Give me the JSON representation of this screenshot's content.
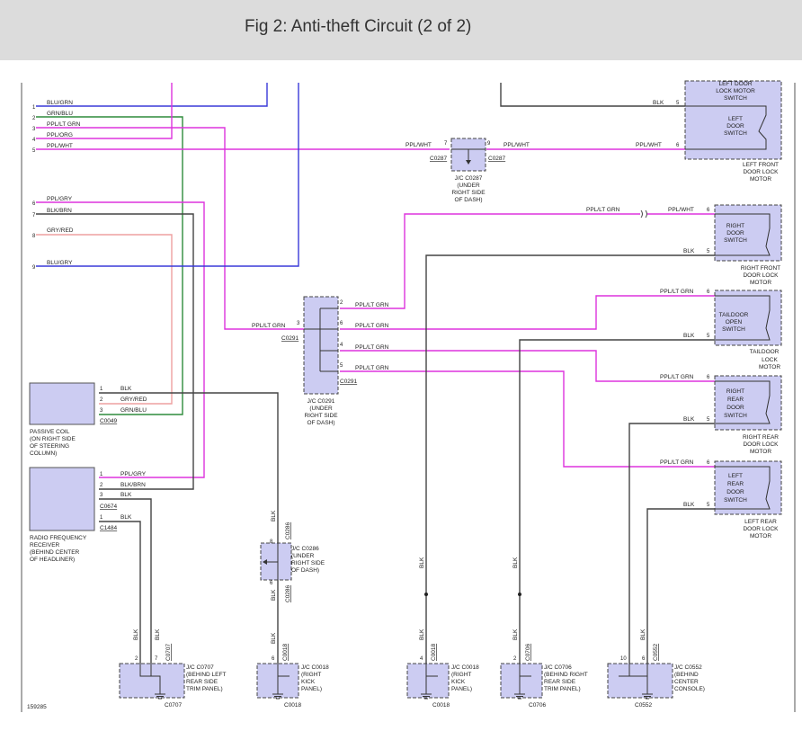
{
  "header": {
    "title": "Fig 2: Anti-theft Circuit (2 of 2)"
  },
  "colors": {
    "wire_blue": "#3a3ad8",
    "wire_magenta": "#dd33dd",
    "wire_green": "#2e8b3c",
    "wire_pink": "#eea0a0",
    "wire_dark": "#444444",
    "component_fill": "#ccccf2"
  },
  "left_bus": {
    "top": [
      {
        "pin": "1",
        "label": "BLU/GRN"
      },
      {
        "pin": "2",
        "label": "GRN/BLU"
      },
      {
        "pin": "3",
        "label": "PPL/LT GRN"
      },
      {
        "pin": "4",
        "label": "PPL/ORG"
      },
      {
        "pin": "5",
        "label": "PPL/WHT"
      }
    ],
    "bottom": [
      {
        "pin": "6",
        "label": "PPL/GRY"
      },
      {
        "pin": "7",
        "label": "BLK/BRN"
      },
      {
        "pin": "8",
        "label": "GRY/RED"
      },
      {
        "pin": "9",
        "label": "BLU/GRY"
      }
    ]
  },
  "passive_coil": {
    "pins": [
      {
        "pin": "1",
        "label": "BLK"
      },
      {
        "pin": "2",
        "label": "GRY/RED"
      },
      {
        "pin": "3",
        "label": "GRN/BLU"
      }
    ],
    "connector": "C0049",
    "desc": [
      "PASSIVE COIL",
      "(ON RIGHT SIDE",
      "OF STEERING",
      "COLUMN)"
    ]
  },
  "rf_receiver": {
    "pins": [
      {
        "pin": "1",
        "label": "PPL/GRY"
      },
      {
        "pin": "2",
        "label": "BLK/BRN"
      },
      {
        "pin": "3",
        "label": "BLK"
      },
      {
        "pin": "1",
        "label": "BLK"
      }
    ],
    "connector_a": "C0674",
    "connector_b": "C1484",
    "desc": [
      "RADIO FREQUENCY",
      "RECEIVER",
      "(BEHIND CENTER",
      "OF HEADLINER)"
    ]
  },
  "jc_c0287": {
    "pin_in": "7",
    "pin_out": "9",
    "wire_in": "PPL/WHT",
    "wire_out": "PPL/WHT",
    "conn_left": "C0287",
    "conn_right": "C0287",
    "desc": [
      "J/C C0287",
      "(UNDER",
      "RIGHT SIDE",
      "OF DASH)"
    ]
  },
  "jc_c0291": {
    "pin_in": "3",
    "wire_in": "PPL/LT GRN",
    "conn_left": "C0291",
    "conn_right": "C0291",
    "outputs": [
      {
        "pin": "2",
        "label": "PPL/LT GRN"
      },
      {
        "pin": "6",
        "label": "PPL/LT GRN"
      },
      {
        "pin": "4",
        "label": "PPL/LT GRN"
      },
      {
        "pin": "5",
        "label": "PPL/LT GRN"
      }
    ],
    "desc": [
      "J/C C0291",
      "(UNDER",
      "RIGHT SIDE",
      "OF DASH)"
    ]
  },
  "switches": [
    {
      "id": "left-front",
      "name": [
        "LEFT",
        "DOOR",
        "SWITCH"
      ],
      "top_label": [
        "LEFT DOOR",
        "LOCK MOTOR",
        "SWITCH"
      ],
      "blk": "BLK",
      "blk_pin": "5",
      "sig": "PPL/WHT",
      "sig_pin": "6",
      "desc": [
        "LEFT FRONT",
        "DOOR LOCK",
        "MOTOR"
      ]
    },
    {
      "id": "right-front",
      "name": [
        "RIGHT",
        "DOOR",
        "SWITCH"
      ],
      "sig_left": "PPL/LT GRN",
      "sig": "PPL/WHT",
      "sig_pin": "6",
      "blk": "BLK",
      "blk_pin": "5",
      "desc": [
        "RIGHT FRONT",
        "DOOR LOCK",
        "MOTOR"
      ]
    },
    {
      "id": "taildoor",
      "name": [
        "TAILDOOR",
        "OPEN",
        "SWITCH"
      ],
      "sig": "PPL/LT GRN",
      "sig_pin": "6",
      "blk": "BLK",
      "blk_pin": "5",
      "desc": [
        "TAILDOOR",
        "LOCK",
        "MOTOR"
      ]
    },
    {
      "id": "right-rear",
      "name": [
        "RIGHT",
        "REAR",
        "DOOR",
        "SWITCH"
      ],
      "sig": "PPL/LT GRN",
      "sig_pin": "6",
      "blk": "BLK",
      "blk_pin": "5",
      "desc": [
        "RIGHT REAR",
        "DOOR LOCK",
        "MOTOR"
      ]
    },
    {
      "id": "left-rear",
      "name": [
        "LEFT",
        "REAR",
        "DOOR",
        "SWITCH"
      ],
      "sig": "PPL/LT GRN",
      "sig_pin": "6",
      "blk": "BLK",
      "blk_pin": "5",
      "desc": [
        "LEFT REAR",
        "DOOR LOCK",
        "MOTOR"
      ]
    }
  ],
  "jc_c0286": {
    "pin_top": "8",
    "pin_bottom": "6",
    "wire_top": "BLK",
    "wire_bottom": "BLK",
    "conn_top": "C0286",
    "conn_bottom": "C0286",
    "desc": [
      "J/C C0286",
      "(UNDER",
      "RIGHT SIDE",
      "OF DASH)"
    ]
  },
  "ground_blocks": [
    {
      "id": "c0707",
      "pins": [
        "2",
        "7"
      ],
      "wires": [
        "BLK",
        "BLK"
      ],
      "conn": "C0707",
      "conn_bottom": "C0707",
      "desc": [
        "J/C C0707",
        "(BEHIND LEFT",
        "REAR SIDE",
        "TRIM PANEL)"
      ]
    },
    {
      "id": "c0018-a",
      "pins": [
        "6"
      ],
      "wires": [
        "BLK"
      ],
      "conn": "C0018",
      "conn_bottom": "C0018",
      "desc": [
        "J/C C0018",
        "(RIGHT",
        "KICK",
        "PANEL)"
      ]
    },
    {
      "id": "c0018-b",
      "pins": [
        "4"
      ],
      "wires": [
        "BLK",
        "BLK"
      ],
      "conn": "C0018",
      "conn_bottom": "C0018",
      "desc": [
        "J/C C0018",
        "(RIGHT",
        "KICK",
        "PANEL)"
      ]
    },
    {
      "id": "c0706",
      "pins": [
        "2"
      ],
      "wires": [
        "BLK",
        "BLK"
      ],
      "conn": "C0706",
      "conn_bottom": "C0706",
      "desc": [
        "J/C C0706",
        "(BEHIND RIGHT",
        "REAR SIDE",
        "TRIM PANEL)"
      ]
    },
    {
      "id": "c0552",
      "pins": [
        "10",
        "6"
      ],
      "wires": [
        "BLK"
      ],
      "conn": "C0552",
      "conn_bottom": "C0552",
      "desc": [
        "J/C C0552",
        "(BEHIND",
        "CENTER",
        "CONSOLE)"
      ]
    }
  ],
  "footer": {
    "ref": "159285"
  }
}
